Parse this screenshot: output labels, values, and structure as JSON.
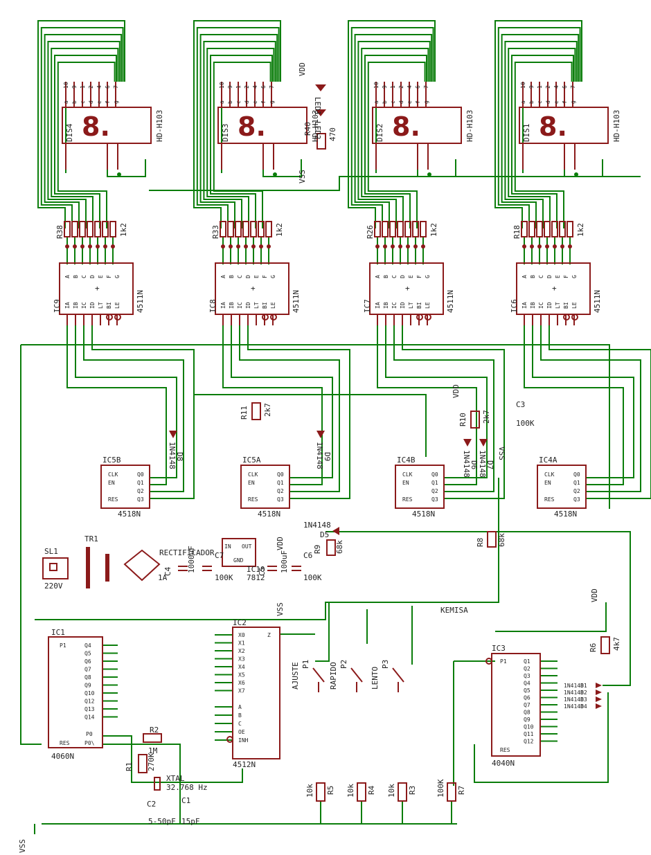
{
  "displays": [
    {
      "name": "DIS4",
      "part": "HD-H103",
      "glyph": "8."
    },
    {
      "name": "DIS3",
      "part": "HD-H103",
      "glyph": "8."
    },
    {
      "name": "DIS2",
      "part": "HD-H103",
      "glyph": "8."
    },
    {
      "name": "DIS1",
      "part": "HD-H103",
      "glyph": "8."
    }
  ],
  "display_pins_top": [
    "10",
    "9",
    "1",
    "2",
    "4",
    "6",
    "7"
  ],
  "display_seg_labels": [
    "a",
    "b",
    "c",
    "d",
    "e",
    "f",
    "g"
  ],
  "resistor_banks": [
    {
      "name": "R38",
      "value": "1k2"
    },
    {
      "name": "R33",
      "value": "1k2"
    },
    {
      "name": "R26",
      "value": "1k2"
    },
    {
      "name": "R18",
      "value": "1k2"
    }
  ],
  "decoders": [
    {
      "name": "IC9",
      "part": "4511N"
    },
    {
      "name": "IC8",
      "part": "4511N"
    },
    {
      "name": "IC7",
      "part": "4511N"
    },
    {
      "name": "IC6",
      "part": "4511N"
    }
  ],
  "decoder_top_pins": [
    "A",
    "B",
    "C",
    "D",
    "E",
    "F",
    "G"
  ],
  "decoder_bottom_pins": [
    "IA",
    "IB",
    "IC",
    "ID",
    "LT",
    "BI",
    "LE"
  ],
  "counters": [
    {
      "name": "IC5B",
      "part": "4518N"
    },
    {
      "name": "IC5A",
      "part": "4518N"
    },
    {
      "name": "IC4B",
      "part": "4518N"
    },
    {
      "name": "IC4A",
      "part": "4518N"
    }
  ],
  "counter_pins_left": [
    "CLK",
    "EN",
    "RES"
  ],
  "counter_pins_right": [
    "Q0",
    "Q1",
    "Q2",
    "Q3"
  ],
  "diodes": [
    {
      "name": "D8",
      "part": "1N4148"
    },
    {
      "name": "D9",
      "part": "1N4148"
    },
    {
      "name": "D6",
      "part": "1N4148"
    },
    {
      "name": "D7",
      "part": "1N4148"
    },
    {
      "name": "D5",
      "part": "1N4148"
    }
  ],
  "leds": [
    "LED1",
    "LED2"
  ],
  "r40": {
    "name": "R40",
    "value": "470"
  },
  "r11": {
    "name": "R11",
    "value": "2k7"
  },
  "r10": {
    "name": "R10",
    "value": "2k7"
  },
  "r9": {
    "name": "R9",
    "value": "68k"
  },
  "r8": {
    "name": "R8",
    "value": "68k"
  },
  "c3": {
    "name": "C3",
    "value": "100K"
  },
  "power": {
    "sl1": {
      "name": "SL1",
      "value": "220V"
    },
    "tr1": "TR1",
    "rect": {
      "name": "RECTIFICADOR",
      "value": "1A"
    },
    "c4": {
      "name": "C4",
      "value": "1000uF"
    },
    "c7": {
      "name": "C7",
      "value": "100K"
    },
    "reg": {
      "name": "IC10",
      "part": "7812",
      "in": "IN",
      "out": "OUT",
      "gnd": "GND"
    },
    "c5": {
      "name": "C5",
      "value": "100uF"
    },
    "c6": {
      "name": "C6",
      "value": "100K"
    }
  },
  "ic1": {
    "name": "IC1",
    "part": "4060N",
    "left": [
      "P1",
      "RES"
    ],
    "right": [
      "Q4",
      "Q5",
      "Q6",
      "Q7",
      "Q8",
      "Q9",
      "Q10",
      "Q12",
      "Q13",
      "Q14",
      "P0",
      "P0\\"
    ]
  },
  "ic2": {
    "name": "IC2",
    "part": "4512N",
    "left": [
      "X0",
      "X1",
      "X2",
      "X3",
      "X4",
      "X5",
      "X6",
      "X7",
      "A",
      "B",
      "C",
      "OE",
      "INH"
    ],
    "right": [
      "Z"
    ]
  },
  "ic3": {
    "name": "IC3",
    "part": "4040N",
    "left": [
      "P1",
      "RES"
    ],
    "right": [
      "Q1",
      "Q2",
      "Q3",
      "Q4",
      "Q5",
      "Q6",
      "Q7",
      "Q8",
      "Q9",
      "Q10",
      "Q11",
      "Q12"
    ]
  },
  "switches": [
    {
      "name": "P1",
      "label": "AJUSTE"
    },
    {
      "name": "P2",
      "label": "RAPIDO"
    },
    {
      "name": "P3",
      "label": "LENTO"
    }
  ],
  "bottom_res": [
    {
      "name": "R5",
      "value": "10k"
    },
    {
      "name": "R4",
      "value": "10k"
    },
    {
      "name": "R3",
      "value": "10k"
    },
    {
      "name": "R7",
      "value": "100K"
    }
  ],
  "osc": {
    "r1": {
      "name": "R1",
      "value": "270K"
    },
    "r2": {
      "name": "R2",
      "value": "1M"
    },
    "xtal": {
      "name": "XTAL",
      "value": "32.768 Hz"
    },
    "c2": {
      "name": "C2",
      "value": "5-50pF"
    },
    "c1": {
      "name": "C1",
      "value": "15pF"
    }
  },
  "r6": {
    "name": "R6",
    "value": "4k7"
  },
  "diodes_ic3": [
    {
      "name": "D1",
      "part": "1N4148"
    },
    {
      "name": "D2",
      "part": "1N4148"
    },
    {
      "name": "D3",
      "part": "1N4148"
    },
    {
      "name": "D4",
      "part": "1N4148"
    }
  ],
  "nets": {
    "vdd": "VDD",
    "vss": "VSS",
    "kemisa": "KEMISA"
  }
}
